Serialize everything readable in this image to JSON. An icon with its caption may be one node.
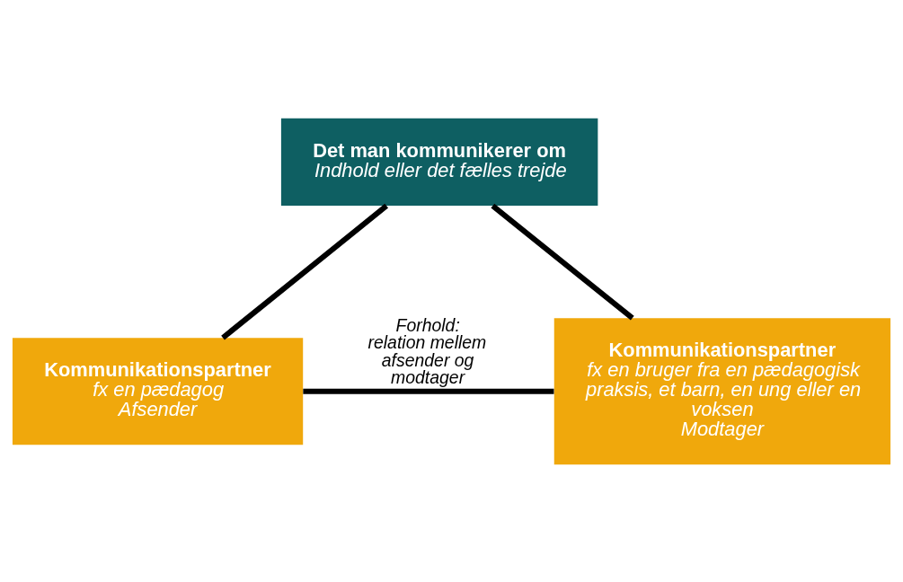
{
  "diagram": {
    "nodes": [
      {
        "text": [
          "Det man kommunikerer om",
          "Indhold eller det fælles trejde"
        ]
      },
      {
        "text": [
          "Kommunikationspartner",
          "fx en pædagog",
          "Afsender"
        ]
      },
      {
        "text": [
          "Kommunikationspartner",
          "fx en bruger fra en pædagogisk praksis, et barn, en ung eller en voksen",
          "Modtager"
        ]
      }
    ],
    "edges": [
      {
        "from": 0,
        "to": 1,
        "arrow": "none"
      },
      {
        "from": 0,
        "to": 2,
        "arrow": "none"
      },
      {
        "from": 1,
        "to": 2,
        "arrow": "none",
        "label": "Forhold: relation mellem afsender og modtager"
      }
    ]
  }
}
